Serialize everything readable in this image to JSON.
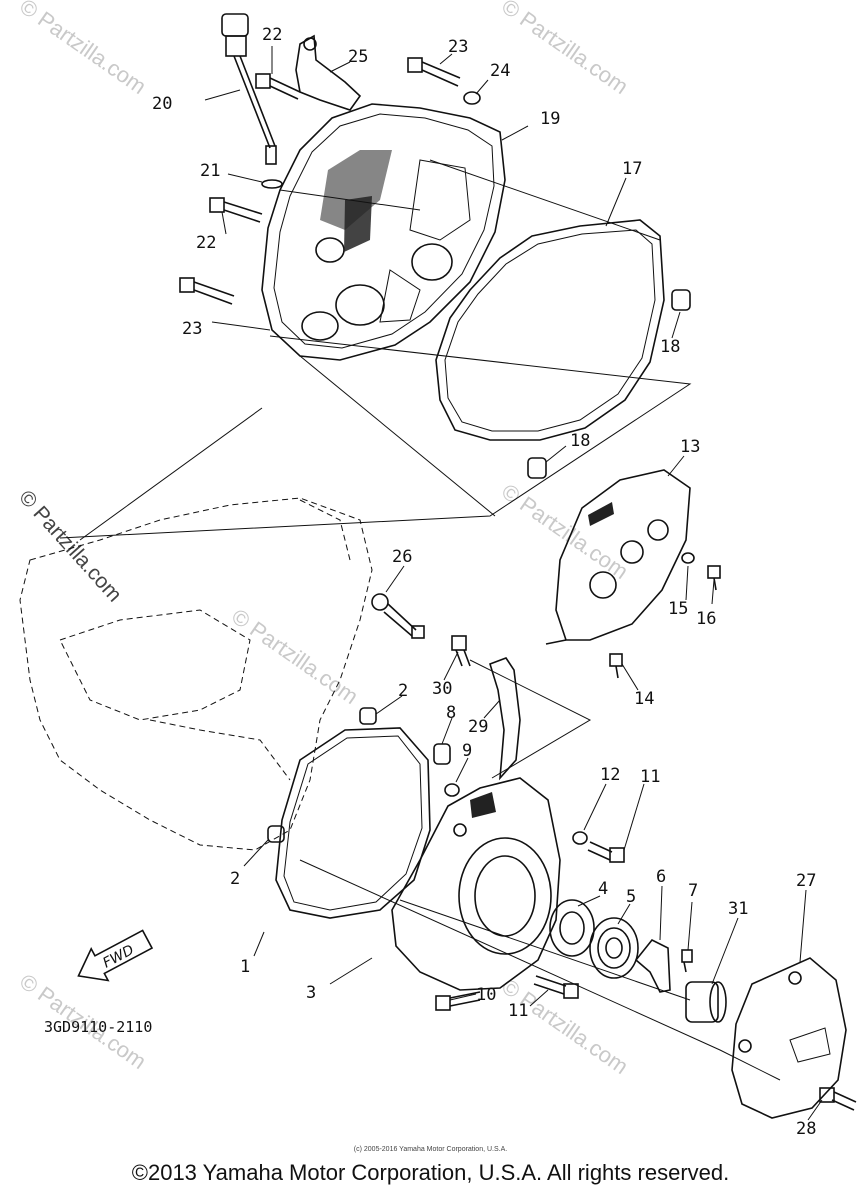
{
  "watermarks": [
    "© Partzilla.com",
    "© Partzilla.com",
    "© Partzilla.com",
    "© Partzilla.com",
    "© Partzilla.com",
    "© Partzilla.com",
    "© Partzilla.com"
  ],
  "callouts": [
    "20",
    "22",
    "25",
    "23",
    "24",
    "19",
    "21",
    "17",
    "22",
    "23",
    "18",
    "18",
    "13",
    "26",
    "15",
    "16",
    "30",
    "14",
    "2",
    "8",
    "29",
    "9",
    "12",
    "11",
    "2",
    "4",
    "5",
    "6",
    "7",
    "31",
    "27",
    "1",
    "3",
    "10",
    "11",
    "28"
  ],
  "fwd_label": "FWD",
  "diagram_code": "3GD9110-2110",
  "copyright_small": "(c) 2005-2016 Yamaha Motor Corporation, U.S.A.",
  "copyright_main": "©2013 Yamaha Motor Corporation, U.S.A. All rights reserved."
}
